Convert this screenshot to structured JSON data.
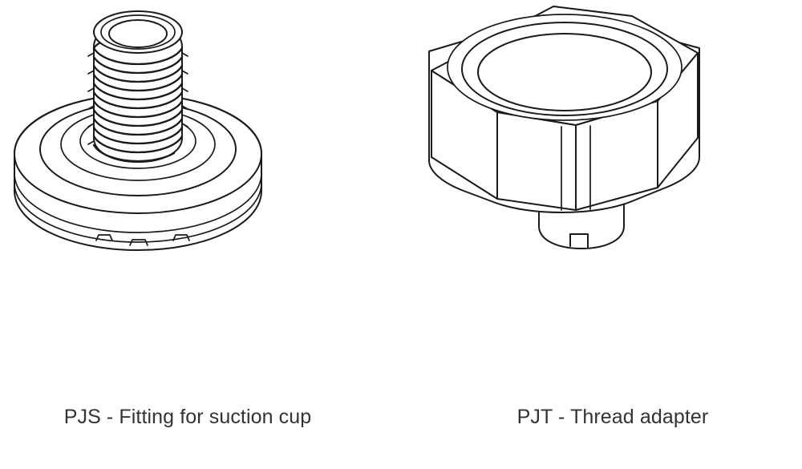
{
  "page": {
    "background_color": "#ffffff",
    "layout": "two-column part gallery"
  },
  "parts": [
    {
      "code": "PJS",
      "name": "Fitting for suction cup",
      "label": "PJS - Fitting for suction cup",
      "drawing": {
        "type": "isometric-line-drawing",
        "style": "black outline, no fill",
        "stroke_color": "#1a1a1a",
        "features": [
          "externally threaded cylindrical stud",
          "through bore opening at top",
          "stepped circular flange base",
          "concentric rings on flange top face",
          "small locating tabs on bottom rim"
        ],
        "thread_turns": 12
      }
    },
    {
      "code": "PJT",
      "name": "Thread adapter",
      "label": "PJT - Thread adapter",
      "drawing": {
        "type": "isometric-line-drawing",
        "style": "black outline, no fill",
        "stroke_color": "#1a1a1a",
        "features": [
          "hexagonal nut body with three visible facets",
          "counterbore opening at top",
          "cylindrical shaft below hex",
          "rectangular notch in bottom edge of shaft"
        ],
        "hex_faces_visible": 3
      }
    }
  ],
  "label_text_color": "#333333"
}
